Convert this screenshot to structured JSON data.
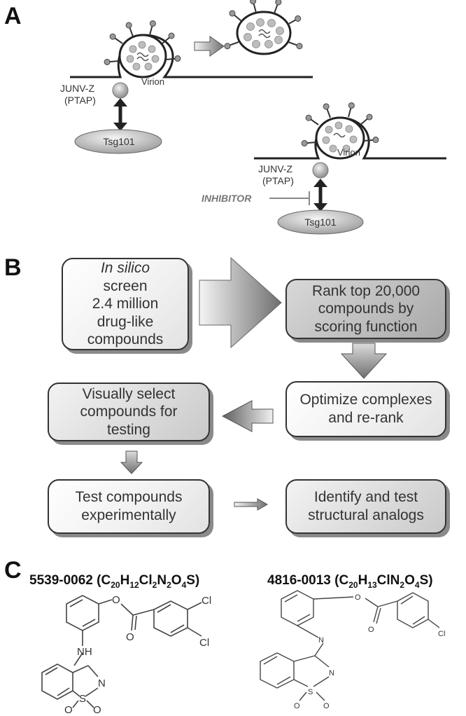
{
  "panel_a": {
    "letter": "A",
    "virion_label": "Virion",
    "virion_label_2": "Virion",
    "junv_line1": "JUNV-Z",
    "junv_line2": "(PTAP)",
    "junv2_line1": "JUNV-Z",
    "junv2_line2": "(PTAP)",
    "tsg_label": "Tsg101",
    "tsg_label_2": "Tsg101",
    "inhibitor_label": "INHIBITOR"
  },
  "panel_b": {
    "letter": "B",
    "box1": {
      "line1": "In silico",
      "line2": "screen",
      "line3": "2.4 million",
      "line4": "drug-like",
      "line5": "compounds"
    },
    "box2": {
      "line1": "Rank top 20,000",
      "line2": "compounds by",
      "line3": "scoring function"
    },
    "box3": {
      "line1": "Optimize complexes",
      "line2": "and re-rank"
    },
    "box4": {
      "line1": "Visually select",
      "line2": "compounds for",
      "line3": "testing"
    },
    "box5": {
      "line1": "Test compounds",
      "line2": "experimentally"
    },
    "box6": {
      "line1": "Identify and test",
      "line2": "structural analogs"
    }
  },
  "panel_c": {
    "letter": "C",
    "compound1": {
      "id": "5539-0062",
      "formula_parts": [
        "(C",
        "20",
        "H",
        "12",
        "Cl",
        "2",
        "N",
        "2",
        "O",
        "4",
        "S)"
      ]
    },
    "compound2": {
      "id": "4816-0013",
      "formula_parts": [
        "(C",
        "20",
        "H",
        "13",
        "ClN",
        "2",
        "O",
        "4",
        "S)"
      ]
    },
    "atoms1": {
      "o": "O",
      "o2": "O",
      "cl1": "Cl",
      "cl2": "Cl",
      "nh": "NH",
      "n": "N",
      "s": "S",
      "so_o1": "O",
      "so_o2": "O"
    },
    "atoms2": {
      "o": "O",
      "o2": "O",
      "cl": "Cl",
      "n1": "N",
      "n2": "N",
      "s": "S",
      "so_o1": "O",
      "so_o2": "O"
    }
  },
  "colors": {
    "line": "#222222",
    "box_border": "#333333",
    "arrow_gray": "#888888",
    "inhibitor_text": "#777777"
  }
}
